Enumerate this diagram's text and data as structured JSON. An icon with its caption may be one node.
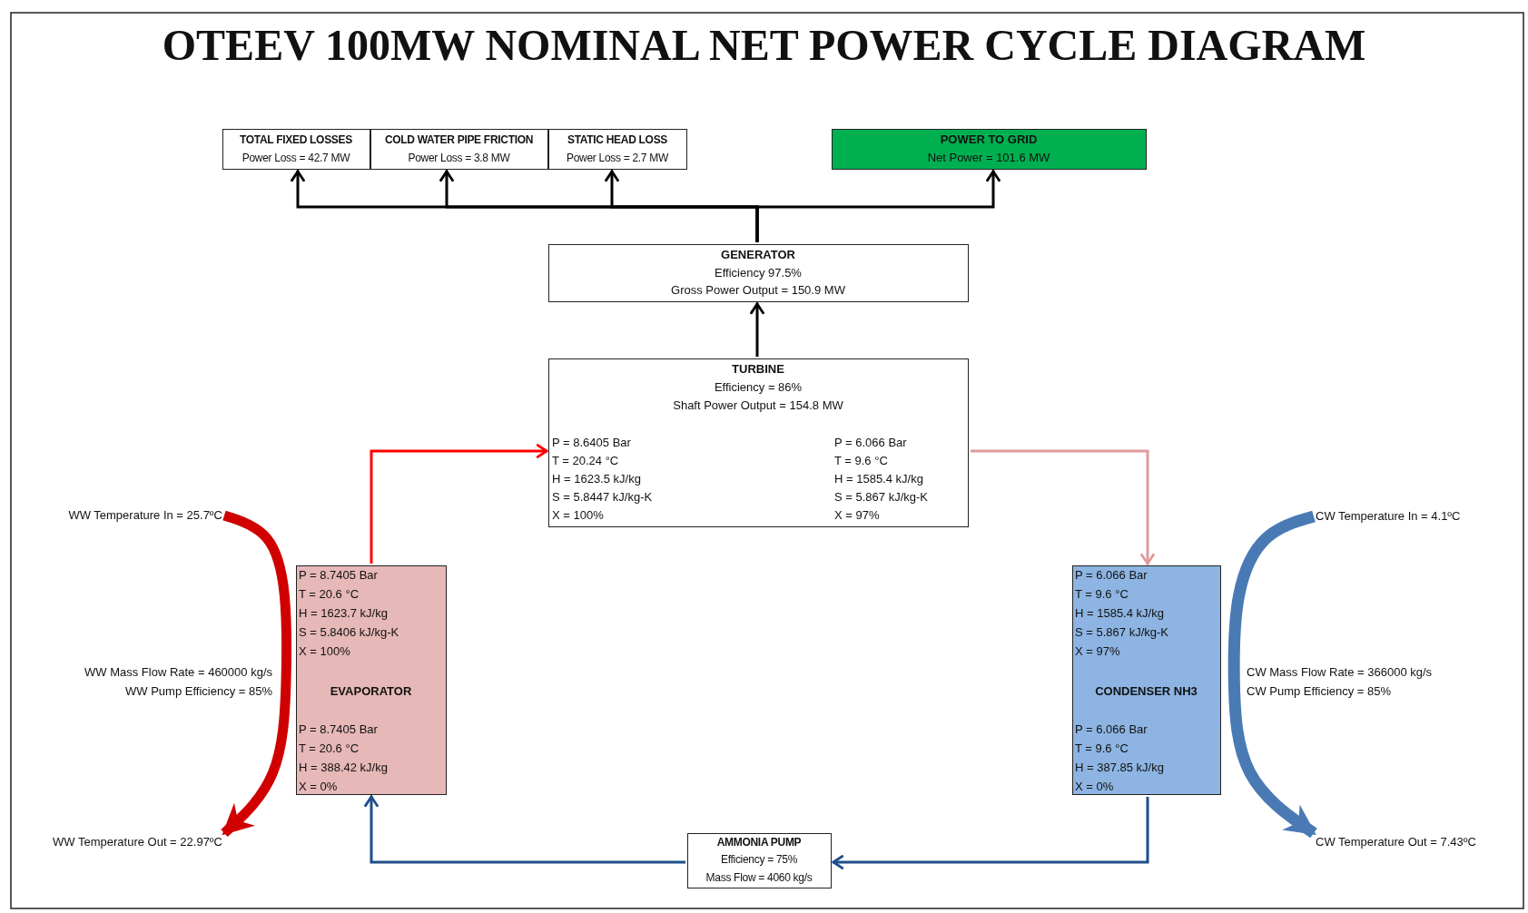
{
  "diagram": {
    "title": "OTEEV 100MW NOMINAL NET POWER CYCLE DIAGRAM",
    "nodes": [
      {
        "text": [
          "TOTAL FIXED LOSSES",
          "Power Loss = 42.7 MW"
        ]
      },
      {
        "text": [
          "COLD WATER PIPE FRICTION",
          "Power Loss = 3.8 MW"
        ]
      },
      {
        "text": [
          "STATIC HEAD LOSS",
          "Power Loss = 2.7 MW"
        ]
      },
      {
        "text": [
          "POWER TO GRID",
          "Net Power = 101.6 MW"
        ]
      },
      {
        "text": [
          "GENERATOR",
          "Efficiency 97.5%",
          "Gross Power Output = 150.9 MW"
        ]
      },
      {
        "text": [
          "TURBINE",
          "Efficiency = 86%",
          "Shaft Power Output = 154.8 MW",
          "P = 8.6405 Bar",
          "T = 20.24 °C",
          "H = 1623.5 kJ/kg",
          "S = 5.8447 kJ/kg-K",
          "X = 100%",
          "P = 6.066 Bar",
          "T = 9.6 °C",
          "H = 1585.4 kJ/kg",
          "S = 5.867 kJ/kg-K",
          "X = 97%"
        ]
      },
      {
        "text": [
          "P = 8.7405 Bar",
          "T = 20.6 °C",
          "H = 1623.7 kJ/kg",
          "S = 5.8406 kJ/kg-K",
          "X = 100%",
          "EVAPORATOR",
          "P = 8.7405 Bar",
          "T = 20.6 °C",
          "H = 388.42 kJ/kg",
          "X = 0%"
        ]
      },
      {
        "text": [
          "P = 6.066 Bar",
          "T = 9.6 °C",
          "H = 1585.4 kJ/kg",
          "S = 5.867 kJ/kg-K",
          "X = 97%",
          "CONDENSER NH3",
          "P = 6.066 Bar",
          "T = 9.6 °C",
          "H = 387.85 kJ/kg",
          "X = 0%"
        ]
      },
      {
        "text": [
          "AMMONIA PUMP",
          "Efficiency = 75%",
          "Mass Flow = 4060 kg/s"
        ]
      },
      {
        "text": [
          "WW Temperature In = 25.7ºC"
        ]
      },
      {
        "text": [
          "WW Temperature Out = 22.97ºC"
        ]
      },
      {
        "text": [
          "CW Temperature In = 4.1ºC"
        ]
      },
      {
        "text": [
          "CW Temperature Out = 7.43ºC"
        ]
      }
    ],
    "edges": [
      {
        "from": 4,
        "to": 0,
        "arrow": "to"
      },
      {
        "from": 4,
        "to": 1,
        "arrow": "to"
      },
      {
        "from": 4,
        "to": 2,
        "arrow": "to"
      },
      {
        "from": 4,
        "to": 3,
        "arrow": "to"
      },
      {
        "from": 5,
        "to": 4,
        "arrow": "to"
      },
      {
        "from": 6,
        "to": 5,
        "arrow": "to",
        "color": "#ff0000"
      },
      {
        "from": 5,
        "to": 7,
        "arrow": "to",
        "color": "#e09a9a"
      },
      {
        "from": 7,
        "to": 8,
        "arrow": "to",
        "color": "#1f4e8c"
      },
      {
        "from": 8,
        "to": 6,
        "arrow": "to",
        "color": "#1f4e8c"
      },
      {
        "from": 9,
        "to": 10,
        "arrow": "to",
        "style": "thick",
        "color": "#d00000"
      },
      {
        "from": 11,
        "to": 12,
        "arrow": "to",
        "style": "thick",
        "color": "#4a7ab4"
      }
    ],
    "labels": [
      "WW Mass Flow Rate = 460000 kg/s",
      "WW Pump Efficiency = 85%",
      "CW Mass Flow Rate = 366000 kg/s",
      "CW Pump Efficiency = 85%"
    ]
  }
}
